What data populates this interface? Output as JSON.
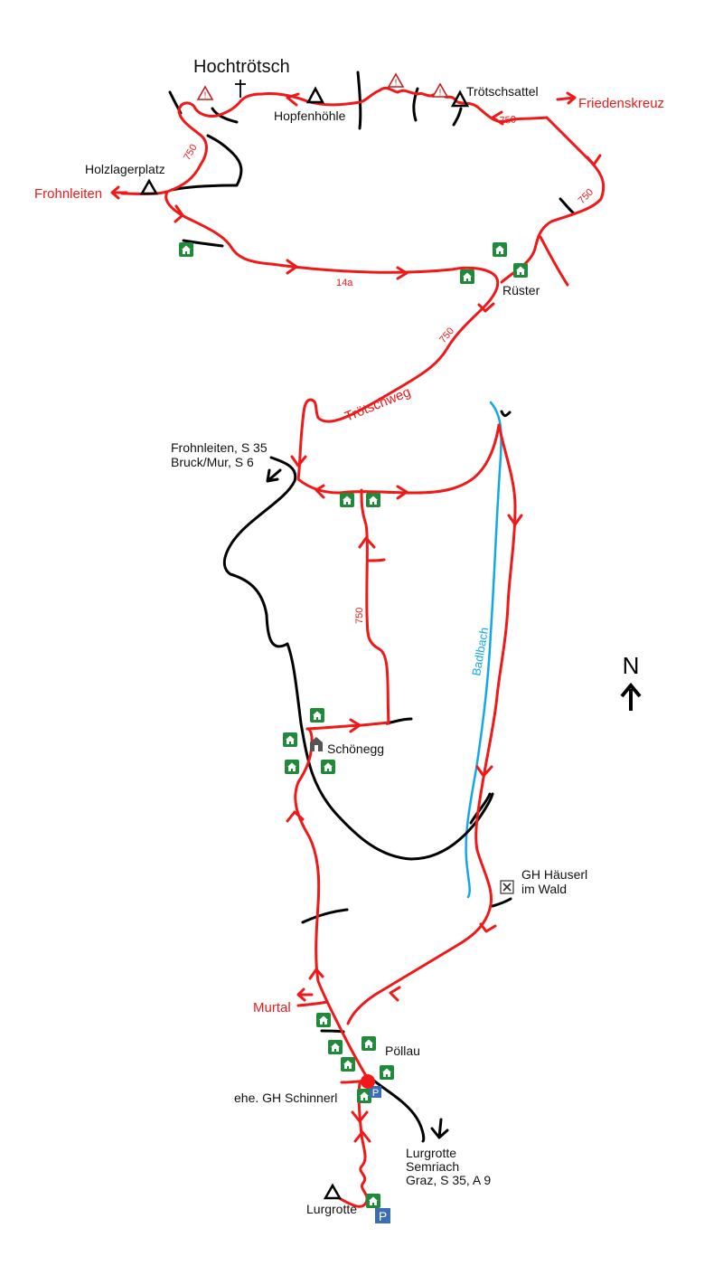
{
  "map": {
    "peak": "Hochtrötsch",
    "places": {
      "hopfenhoehle": "Hopfenhöhle",
      "troetschsattel": "Trötschsattel",
      "holzlagerplatz": "Holzlagerplatz",
      "ruester": "Rüster",
      "schoenegg": "Schönegg",
      "gh_haeuserl_1": "GH Häuserl",
      "gh_haeuserl_2": "im Wald",
      "poellau": "Pöllau",
      "schinnerl": "ehe. GH Schinnerl",
      "lurgrotte": "Lurgrotte"
    },
    "destinations": {
      "friedenskreuz": "Friedenskreuz",
      "frohnleiten_red": "Frohnleiten",
      "murtal": "Murtal",
      "troetschweg": "Trötschweg",
      "frohnleiten_road_1": "Frohnleiten, S 35",
      "frohnleiten_road_2": "Bruck/Mur, S 6",
      "lurgrotte_road_1": "Lurgrotte",
      "lurgrotte_road_2": "Semriach",
      "lurgrotte_road_3": "Graz, S 35,  A 9"
    },
    "trail_numbers": {
      "t750": "750",
      "t14a": "14a"
    },
    "river": "Badlbach",
    "north": "N",
    "parking": "P",
    "warning": "!",
    "colors": {
      "route": "#f01818",
      "road": "#000000",
      "river": "#12a8e8",
      "hut": "#1f8a3a",
      "parking": "#3a6db5"
    }
  }
}
